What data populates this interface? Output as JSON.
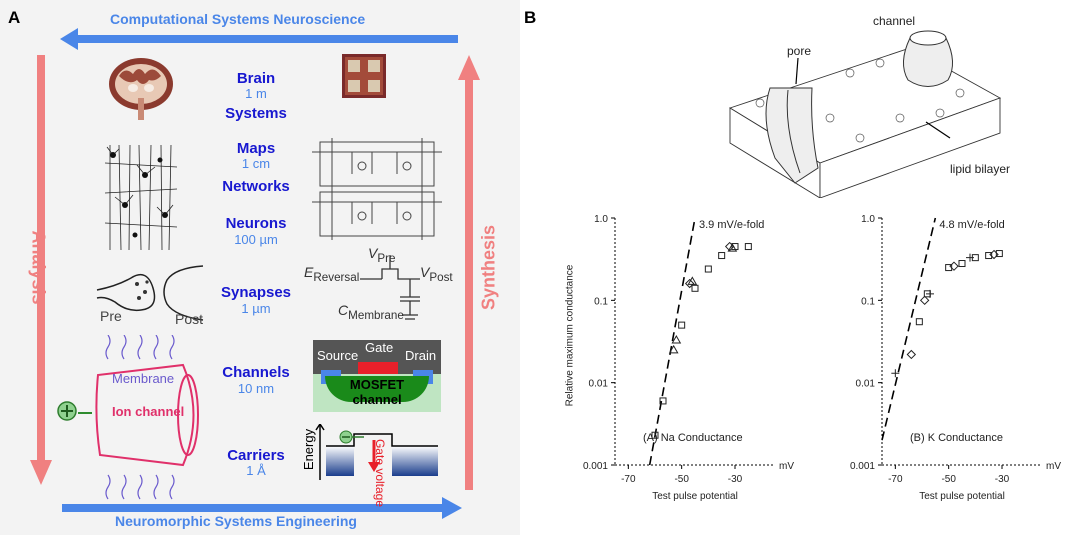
{
  "panel_a": {
    "letter": "A",
    "top_arrow_label": "Computational Systems Neuroscience",
    "bottom_arrow_label": "Neuromorphic Systems Engineering",
    "left_label": "Analysis",
    "right_label": "Synthesis",
    "levels": [
      {
        "title": "Brain",
        "sub": "1 m"
      },
      {
        "title": "Systems",
        "sub": ""
      },
      {
        "title": "Maps",
        "sub": "1 cm"
      },
      {
        "title": "Networks",
        "sub": ""
      },
      {
        "title": "Neurons",
        "sub": "100 µm"
      },
      {
        "title": "Synapses",
        "sub": "1 µm"
      },
      {
        "title": "Channels",
        "sub": "10 nm"
      },
      {
        "title": "Carriers",
        "sub": "1 Å"
      }
    ],
    "synapse_pre": "Pre",
    "synapse_post": "Post",
    "membrane_label": "Membrane",
    "ion_channel_label": "Ion channel",
    "circuit_vpre": "Pre",
    "circuit_ereversal": "Reversal",
    "circuit_vpost": "Post",
    "circuit_cmembrane": "Membrane",
    "mosfet_source": "Source",
    "mosfet_gate": "Gate",
    "mosfet_drain": "Drain",
    "mosfet_label": "MOSFET",
    "mosfet_channel": "channel",
    "energy_label": "Energy",
    "gate_voltage_label": "Gate voltage",
    "colors": {
      "blue_arrow": "#4a86e8",
      "pink_arrow": "#f08080",
      "dark_blue": "#1818d0"
    }
  },
  "panel_b": {
    "letter": "B",
    "channel_label": "channel",
    "pore_label": "pore",
    "lipid_label": "lipid bilayer",
    "y_label": "Relative maximum conductance",
    "x_label": "Test pulse potential"
  },
  "chart_data": [
    {
      "type": "scatter",
      "title": "(A) Na Conductance",
      "annotation": "3.9 mV/e-fold",
      "xlabel": "Test pulse potential",
      "ylabel": "Relative maximum conductance",
      "x_unit": "mV",
      "y_scale": "log",
      "xlim": [
        -75,
        -15
      ],
      "ylim": [
        0.001,
        1.0
      ],
      "x_ticks": [
        "-70",
        "-50",
        "-30"
      ],
      "y_ticks": [
        "0.001",
        "0.01",
        "0.1",
        "1.0"
      ],
      "fit_line": [
        [
          -62,
          0.001
        ],
        [
          -45,
          1.0
        ]
      ],
      "points": [
        {
          "x": -60,
          "y": 0.0023,
          "m": "sq"
        },
        {
          "x": -57,
          "y": 0.006,
          "m": "sq"
        },
        {
          "x": -53,
          "y": 0.025,
          "m": "tri"
        },
        {
          "x": -52,
          "y": 0.033,
          "m": "tri"
        },
        {
          "x": -50,
          "y": 0.05,
          "m": "sq"
        },
        {
          "x": -47,
          "y": 0.16,
          "m": "dia"
        },
        {
          "x": -46,
          "y": 0.17,
          "m": "tri"
        },
        {
          "x": -45,
          "y": 0.14,
          "m": "sq"
        },
        {
          "x": -40,
          "y": 0.24,
          "m": "sq"
        },
        {
          "x": -35,
          "y": 0.35,
          "m": "sq"
        },
        {
          "x": -32,
          "y": 0.45,
          "m": "dia"
        },
        {
          "x": -31,
          "y": 0.43,
          "m": "tri"
        },
        {
          "x": -30,
          "y": 0.45,
          "m": "sq"
        },
        {
          "x": -25,
          "y": 0.45,
          "m": "sq"
        }
      ]
    },
    {
      "type": "scatter",
      "title": "(B) K Conductance",
      "annotation": "4.8 mV/e-fold",
      "xlabel": "Test pulse potential",
      "ylabel": "Relative maximum conductance",
      "x_unit": "mV",
      "y_scale": "log",
      "xlim": [
        -75,
        -15
      ],
      "ylim": [
        0.001,
        1.0
      ],
      "x_ticks": [
        "-70",
        "-50",
        "-30"
      ],
      "y_ticks": [
        "0.001",
        "0.01",
        "0.1",
        "1.0"
      ],
      "fit_line": [
        [
          -75,
          0.002
        ],
        [
          -55,
          1.0
        ]
      ],
      "points": [
        {
          "x": -70,
          "y": 0.013,
          "m": "plus"
        },
        {
          "x": -64,
          "y": 0.022,
          "m": "dia"
        },
        {
          "x": -61,
          "y": 0.055,
          "m": "sq"
        },
        {
          "x": -59,
          "y": 0.1,
          "m": "dia"
        },
        {
          "x": -58,
          "y": 0.12,
          "m": "sq"
        },
        {
          "x": -57,
          "y": 0.12,
          "m": "plus"
        },
        {
          "x": -50,
          "y": 0.25,
          "m": "sq"
        },
        {
          "x": -48,
          "y": 0.26,
          "m": "dia"
        },
        {
          "x": -45,
          "y": 0.28,
          "m": "sq"
        },
        {
          "x": -42,
          "y": 0.33,
          "m": "plus"
        },
        {
          "x": -40,
          "y": 0.33,
          "m": "sq"
        },
        {
          "x": -35,
          "y": 0.35,
          "m": "sq"
        },
        {
          "x": -33,
          "y": 0.36,
          "m": "dia"
        },
        {
          "x": -31,
          "y": 0.37,
          "m": "sq"
        }
      ]
    }
  ]
}
